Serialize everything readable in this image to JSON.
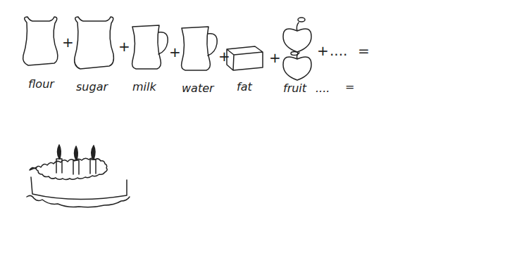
{
  "diagram": {
    "labels": [
      "+",
      "+",
      "+",
      "+",
      "+",
      "+",
      "....",
      "=",
      "flour",
      "sugar",
      "milk",
      "water",
      "fat",
      "fruit",
      "....",
      "="
    ]
  }
}
